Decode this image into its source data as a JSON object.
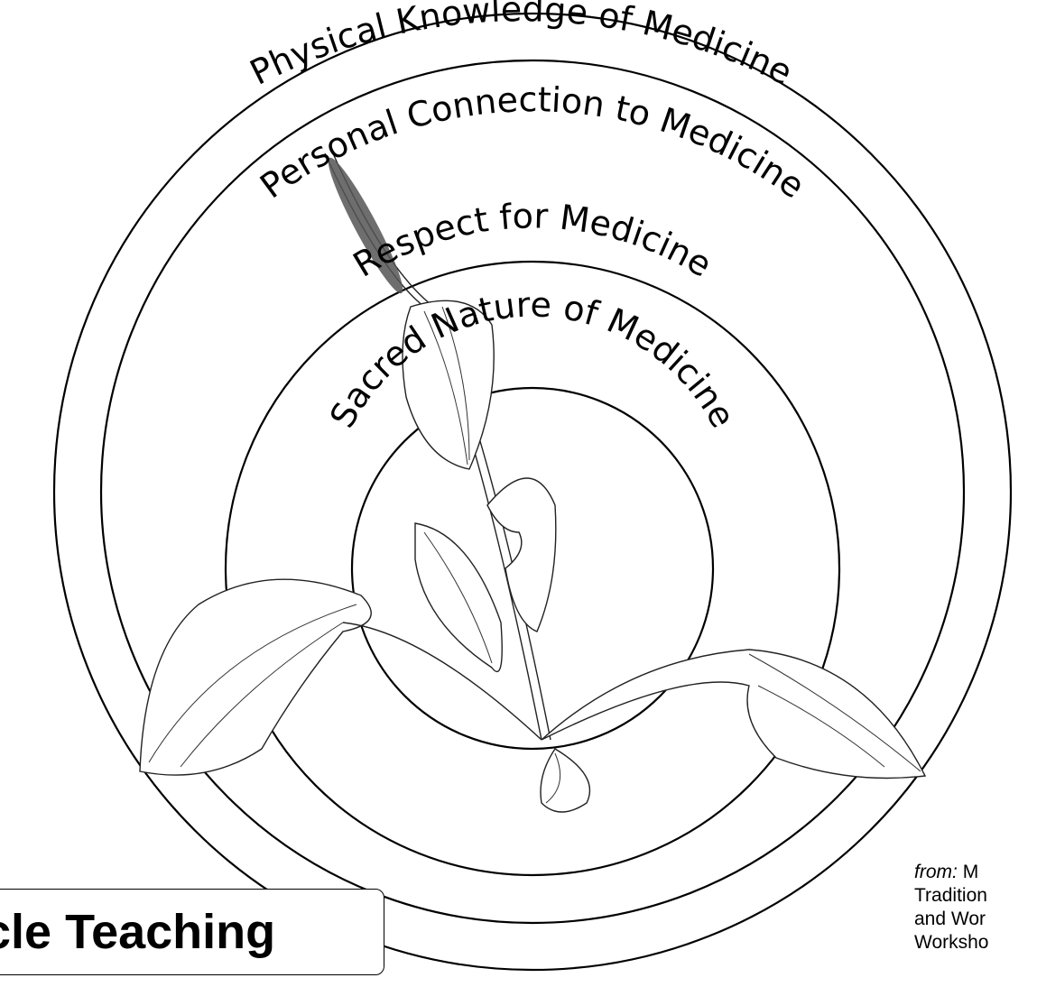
{
  "diagram": {
    "ring_labels": [
      "Physical Knowledge of Medicine",
      "Personal Connection to Medicine",
      "Respect for Medicine",
      "Sacred Nature of Medicine"
    ],
    "title": "rcle Teaching",
    "citation": {
      "from_label": "from:",
      "lines": [
        "M",
        "Tradition",
        "and Wor",
        "Worksho"
      ]
    },
    "illustration": "plantain-plant"
  }
}
